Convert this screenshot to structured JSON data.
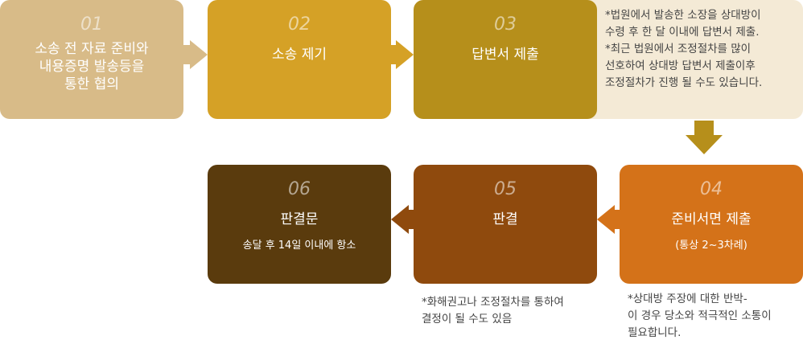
{
  "colors": {
    "step01": "#d8bb88",
    "step02": "#d5a126",
    "step03": "#b68f1b",
    "step03_note_bg": "#f4ead6",
    "step04": "#d47219",
    "step05": "#8f4a0d",
    "step06": "#5a3b0d",
    "arrow": "#b68f1b"
  },
  "steps": [
    {
      "num": "01",
      "title": "소송 전 자료 준비와\n내용증명 발송등을\n통한 협의",
      "sub": ""
    },
    {
      "num": "02",
      "title": "소송 제기",
      "sub": ""
    },
    {
      "num": "03",
      "title": "답변서 제출",
      "sub": ""
    },
    {
      "num": "04",
      "title": "준비서면 제출",
      "sub": "(통상 2~3차례)"
    },
    {
      "num": "05",
      "title": "판결",
      "sub": ""
    },
    {
      "num": "06",
      "title": "판결문",
      "sub": "송달 후 14일 이내에 항소"
    }
  ],
  "notes": {
    "step03": "*법원에서 발송한 소장을 상대방이\n  수령 후 한 달 이내에 답변서 제출.\n*최근 법원에서 조정절차를 많이\n  선호하여 상대방 답변서 제출이후\n  조정절차가 진행 될 수도 있습니다.",
    "step04": "*상대방 주장에 대한 반박-\n  이 경우 당소와 적극적인 소통이\n  필요합니다.",
    "step05": "*화해권고나 조정절차를 통하여\n  결정이 될 수도 있음"
  }
}
